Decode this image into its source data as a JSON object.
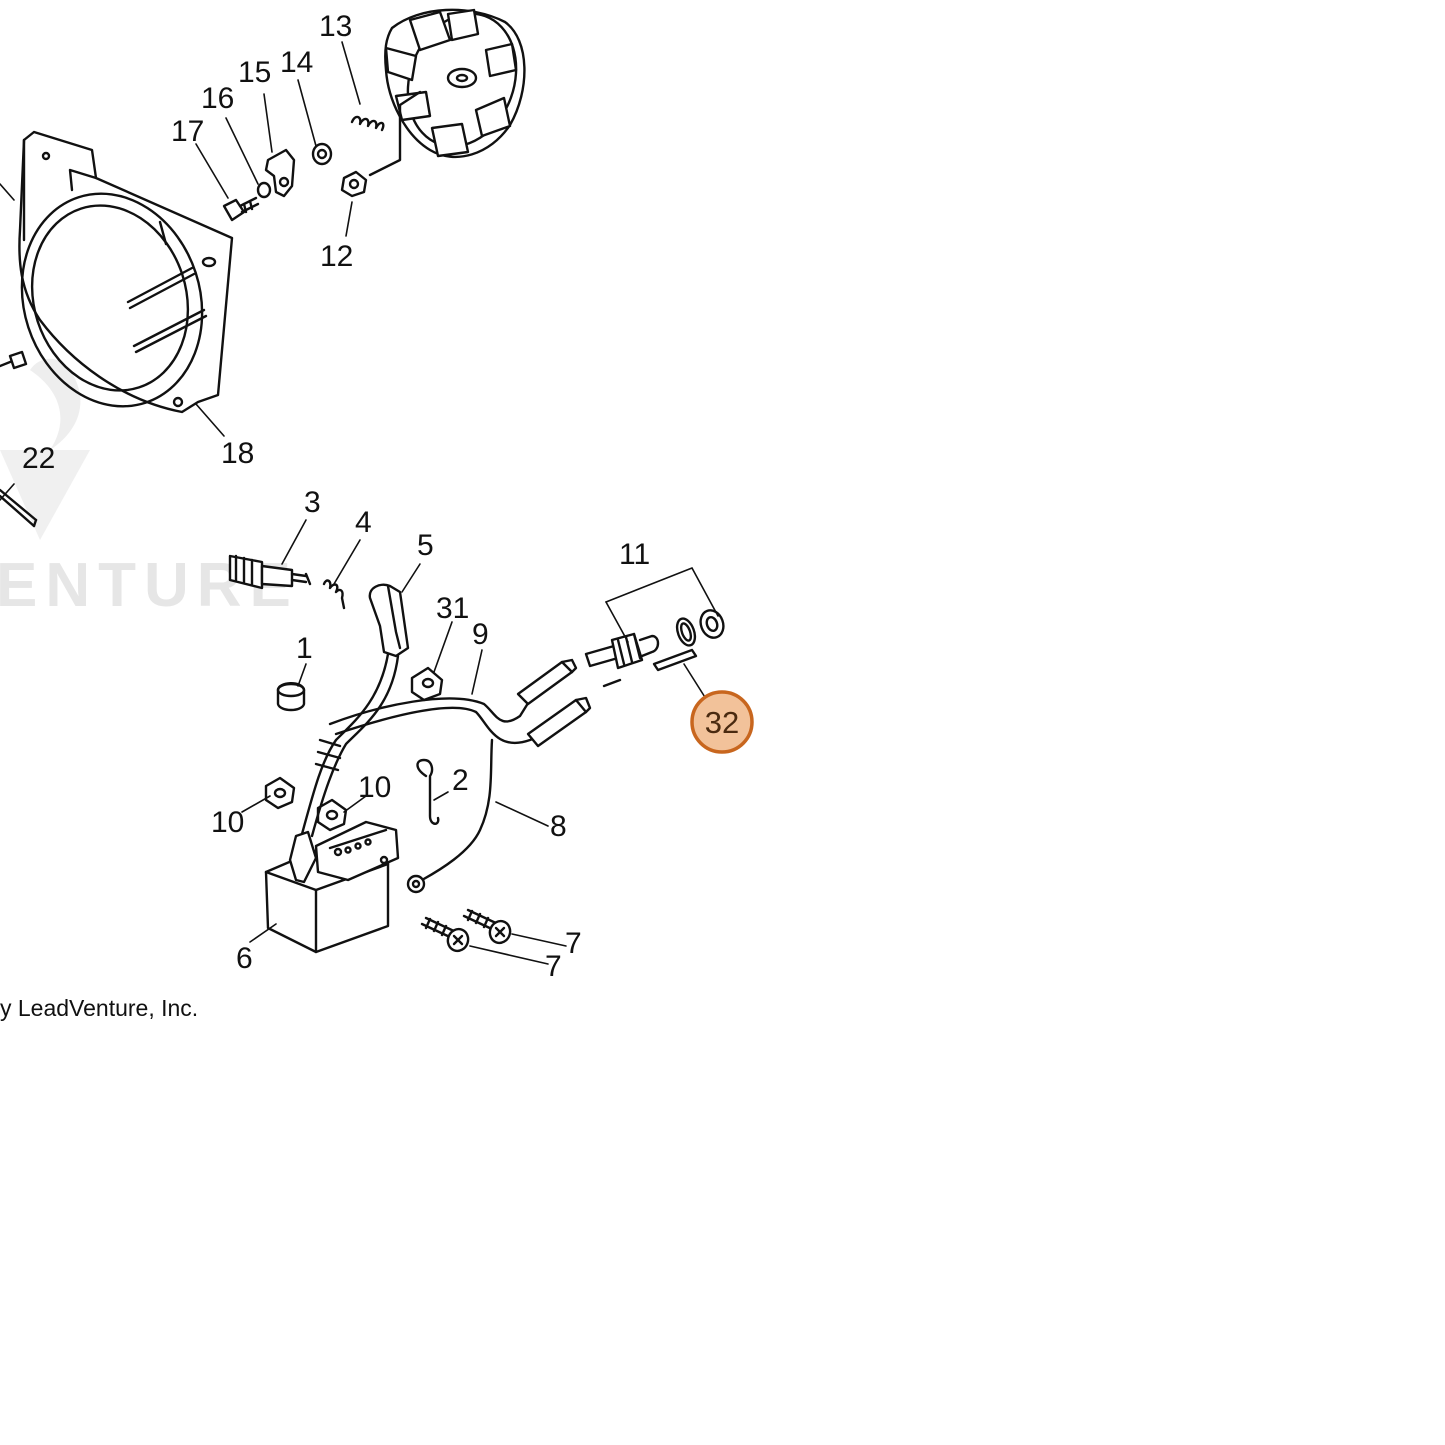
{
  "diagram": {
    "watermark_text": "ENTURE",
    "copyright": "y LeadVenture, Inc.",
    "highlight": {
      "label": "32",
      "fill": "#f2c29a",
      "stroke": "#c8661e"
    },
    "labels": {
      "p1": "1",
      "p2": "2",
      "p3": "3",
      "p4": "4",
      "p5": "5",
      "p6": "6",
      "p7a": "7",
      "p7b": "7",
      "p8": "8",
      "p9": "9",
      "p10a": "10",
      "p10b": "10",
      "p11": "11",
      "p12": "12",
      "p13": "13",
      "p14": "14",
      "p15": "15",
      "p16": "16",
      "p17": "17",
      "p18": "18",
      "p22": "22",
      "p31": "31"
    }
  }
}
